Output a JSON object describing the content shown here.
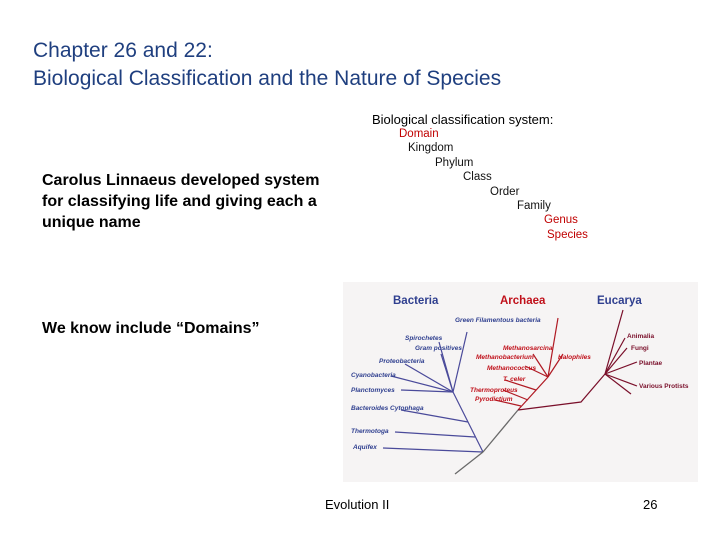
{
  "slide": {
    "title_line1": "Chapter 26 and 22:",
    "title_line2": "Biological Classification and the Nature of Species",
    "left_text": "Carolus Linnaeus developed system for classifying life and giving each a unique name",
    "domains_text": "We know include “Domains”",
    "classification_title": "Biological classification system:",
    "ranks": [
      "Domain",
      "Kingdom",
      "Phylum",
      "Class",
      "Order",
      "Family",
      "Genus",
      "Species"
    ],
    "footer_center": "Evolution II",
    "page_number": "26"
  },
  "tree": {
    "headers": [
      "Bacteria",
      "Archaea",
      "Eucarya"
    ],
    "bacteria_labels": [
      "Green Filamentous bacteria",
      "Spirochetes",
      "Gram positives",
      "Proteobacteria",
      "Cyanobacteria",
      "Planctomyces",
      "Bacteroides Cytophaga",
      "Thermotoga",
      "Aquifex"
    ],
    "archaea_labels": [
      "Methanosarcina",
      "Methanobacterium",
      "Halophiles",
      "Methanococcus",
      "T. celer",
      "Thermoproteus",
      "Pyrodictium"
    ],
    "eucarya_labels": [
      "Animalia",
      "Fungi",
      "Plantae",
      "Various Protists"
    ],
    "colors": {
      "bacteria": "#2f3f8f",
      "archaea": "#c0101a",
      "eucarya": "#7a0f2a",
      "title": "#1f3f7f",
      "rank_red": "#c00000"
    }
  }
}
